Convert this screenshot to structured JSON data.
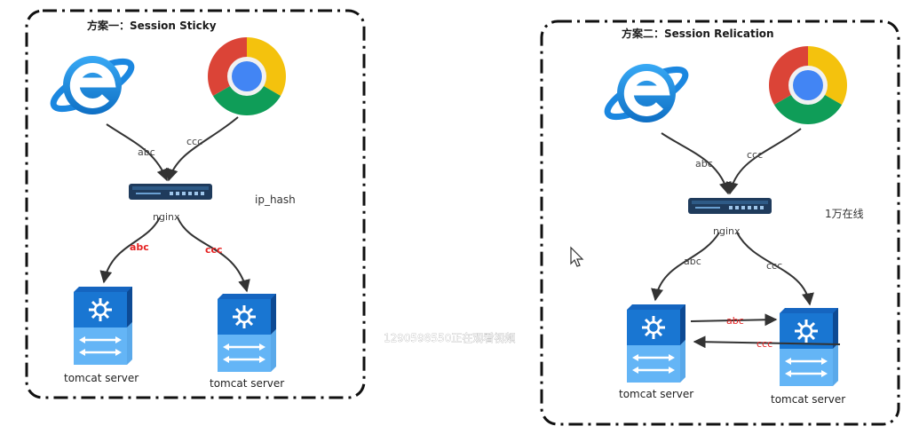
{
  "left_panel": {
    "title": "方案一：Session Sticky",
    "edge_ie_label": "abc",
    "edge_chrome_label": "ccc",
    "nginx_label": "nginx",
    "ip_hash_note": "ip_hash",
    "edge_server1_label": "abc",
    "edge_server2_label": "ccc",
    "server1_label": "tomcat  server",
    "server2_label": "tomcat  server"
  },
  "right_panel": {
    "title": "方案二：Session Relication",
    "edge_ie_label": "abc",
    "edge_chrome_label": "ccc",
    "nginx_label": "nginx",
    "online_note": "1万在线",
    "edge_server1_label": "abc",
    "edge_server2_label": "ccc",
    "replicate_ab_label": "abc",
    "replicate_ba_label": "ccc",
    "server1_label": "tomcat  server",
    "server2_label": "tomcat  server"
  },
  "watermark": "1290598550正在观看视频",
  "colors": {
    "ie_blue": "#1b87e0",
    "chrome_red": "#db4437",
    "chrome_yellow": "#f4c20d",
    "chrome_green": "#0f9d58",
    "chrome_center": "#4285f4",
    "server_top": "#1565c0",
    "server_bottom": "#64b5f6",
    "red_label": "#e52222",
    "arrow": "#333333"
  },
  "icons": [
    "ie-browser-icon",
    "chrome-browser-icon",
    "network-switch-icon",
    "server-icon",
    "mouse-cursor-icon"
  ]
}
